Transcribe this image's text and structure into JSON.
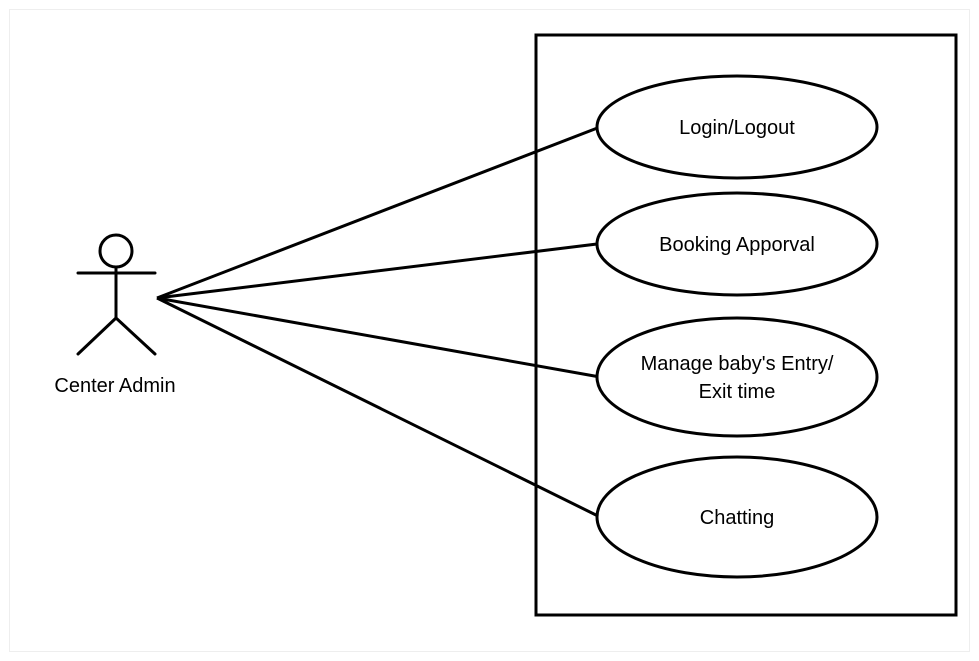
{
  "actor": {
    "label": "Center Admin"
  },
  "use_cases": [
    {
      "id": "login",
      "lines": [
        "Login/Logout"
      ]
    },
    {
      "id": "booking",
      "lines": [
        "Booking Apporval"
      ]
    },
    {
      "id": "manage",
      "lines": [
        "Manage baby's Entry/",
        "Exit time"
      ]
    },
    {
      "id": "chatting",
      "lines": [
        "Chatting"
      ]
    }
  ],
  "colors": {
    "stroke": "#000000",
    "background": "#ffffff"
  }
}
